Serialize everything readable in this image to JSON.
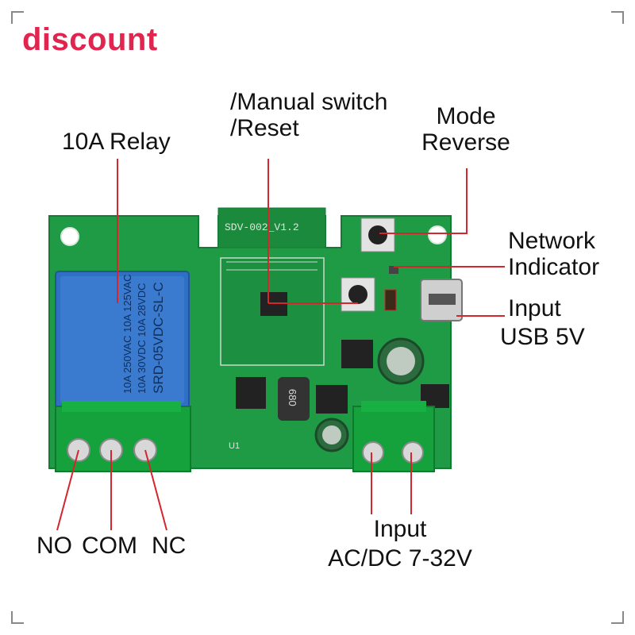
{
  "badge": "discount",
  "labels": {
    "relay": "10A Relay",
    "manual_switch": "/Manual switch",
    "reset": "/Reset",
    "mode": "Mode",
    "reverse": "Reverse",
    "network": "Network",
    "indicator": "Indicator",
    "input_usb": "Input",
    "usb_5v": "USB 5V",
    "no": "NO",
    "com": "COM",
    "nc": "NC",
    "input_ac": "Input",
    "ac_dc": "AC/DC 7-32V"
  },
  "board": {
    "silkscreen": "SDV-002_V1.2",
    "relay_text_1": "10A 250VAC  10A 125VAC",
    "relay_text_2": "10A 30VDC  10A 28VDC",
    "relay_model": "SRD-05VDC-SL-C",
    "inductor_text": "680",
    "u1": "U1"
  },
  "colors": {
    "badge": "#e0264e",
    "pcb": "#1f9a45",
    "relay": "#2f6fc4",
    "terminal": "#15a23c",
    "pointer": "#d4262c"
  }
}
